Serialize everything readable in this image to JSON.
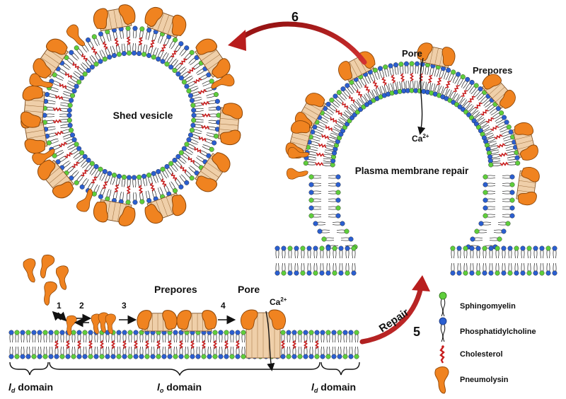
{
  "labels": {
    "shed_vesicle": "Shed vesicle",
    "plasma_membrane_repair": "Plasma membrane repair",
    "pore_top": "Pore",
    "prepores_top": "Prepores",
    "ca_top": "Ca",
    "ca_top_sup": "2+",
    "prepores_bottom": "Prepores",
    "pore_bottom": "Pore",
    "ca_bottom": "Ca",
    "ca_bottom_sup": "2+",
    "repair": "Repair",
    "step_5": "5",
    "step_6": "6",
    "step_1": "1",
    "step_2": "2",
    "step_3": "3",
    "step_4": "4",
    "ld_left_main": "l",
    "ld_left_sub": "d",
    "ld_left_rest": " domain",
    "lo_main": "l",
    "lo_sub": "o",
    "lo_rest": " domain",
    "ld_right_main": "l",
    "ld_right_sub": "d",
    "ld_right_rest": " domain"
  },
  "legend": [
    {
      "label": "Sphingomyelin",
      "icon": "sphingomyelin-icon",
      "color": "#5fce3c"
    },
    {
      "label": "Phosphatidylcholine",
      "icon": "phosphatidylcholine-icon",
      "color": "#2b5fd0"
    },
    {
      "label": "Cholesterol",
      "icon": "cholesterol-icon",
      "color": "#c81e1e"
    },
    {
      "label": "Pneumolysin",
      "icon": "pneumolysin-icon",
      "color": "#f08320"
    }
  ],
  "colors": {
    "sphingomyelin": "#5fce3c",
    "phosphatidylcholine": "#2b5fd0",
    "cholesterol": "#c81e1e",
    "pneumolysin": "#f08320",
    "pore_barrel": "#efcfa9",
    "arrow_red": "#b81d1d"
  }
}
